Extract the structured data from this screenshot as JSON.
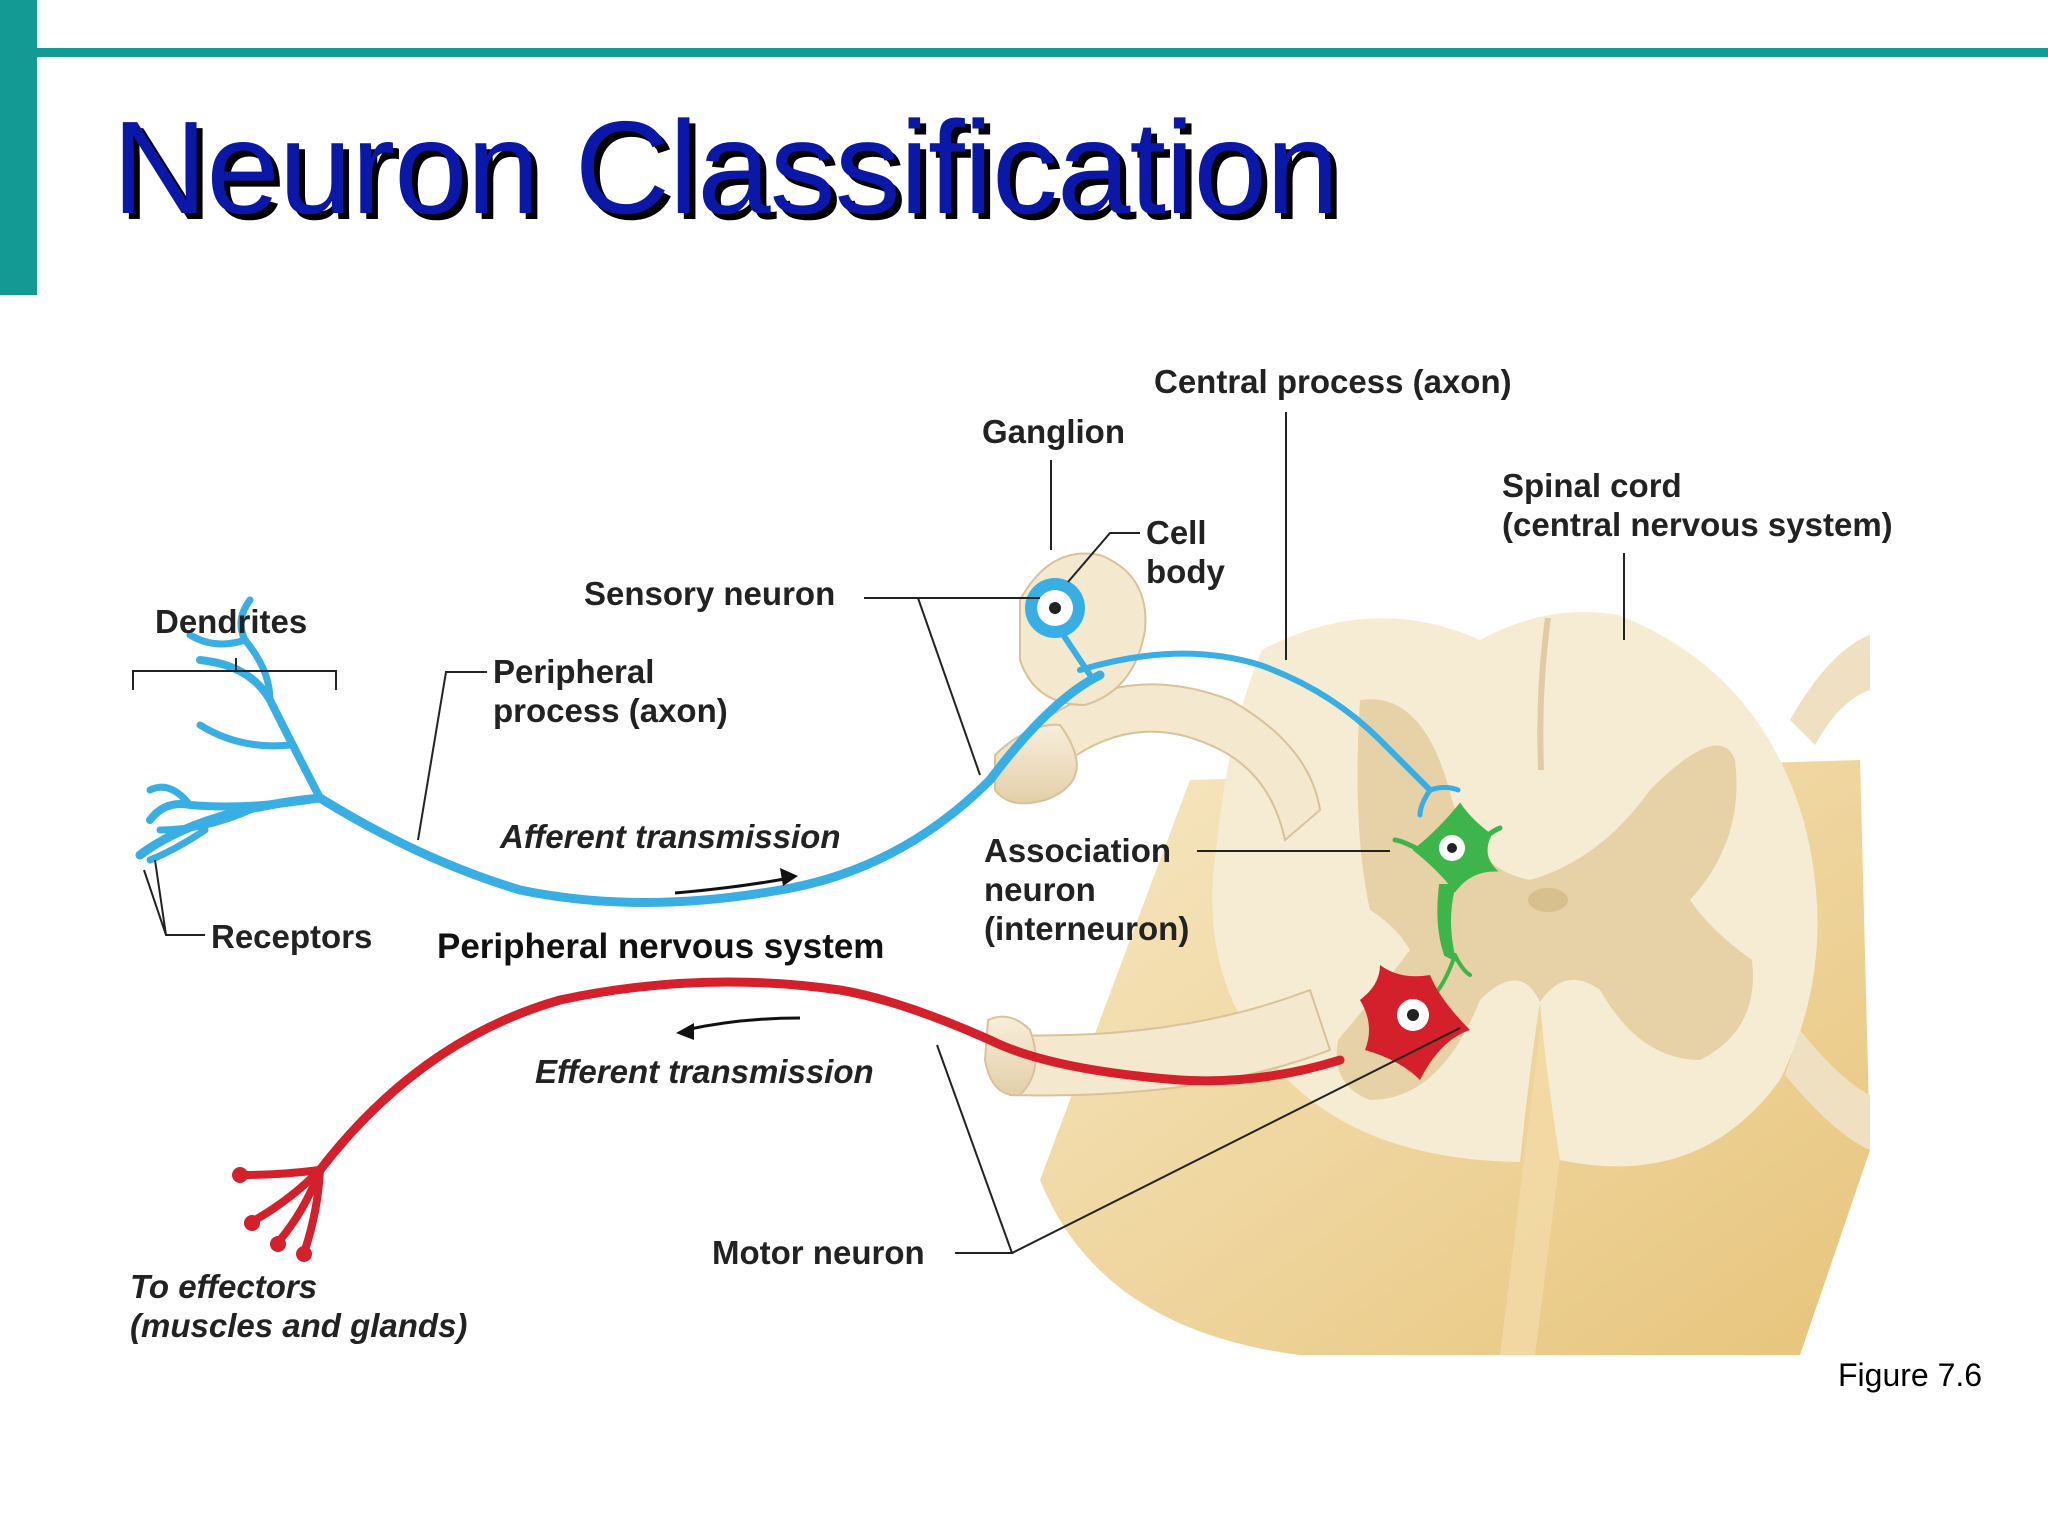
{
  "slide": {
    "title": "Neuron Classification",
    "figure_caption": "Figure 7.6"
  },
  "labels": {
    "central_process": "Central process (axon)",
    "ganglion": "Ganglion",
    "cell_body_1": "Cell",
    "cell_body_2": "body",
    "spinal_cord_1": "Spinal cord",
    "spinal_cord_2": "(central nervous system)",
    "sensory_neuron": "Sensory neuron",
    "dendrites": "Dendrites",
    "peripheral_process_1": "Peripheral",
    "peripheral_process_2": "process (axon)",
    "afferent_transmission": "Afferent transmission",
    "association_1": "Association",
    "association_2": "neuron",
    "association_3": "(interneuron)",
    "receptors": "Receptors",
    "peripheral_nervous_system": "Peripheral nervous system",
    "efferent_transmission": "Efferent transmission",
    "motor_neuron": "Motor neuron",
    "effectors_1": "To effectors",
    "effectors_2": "(muscles and glands)"
  },
  "colors": {
    "accent": "#139A94",
    "title": "#0B17A6",
    "sensory_neuron": "#39AEE3",
    "association_neuron": "#3DB54A",
    "motor_neuron": "#D4202A",
    "white_matter": "#F6EAD0",
    "gray_matter": "#E6D2A6",
    "label_text": "#222222"
  }
}
